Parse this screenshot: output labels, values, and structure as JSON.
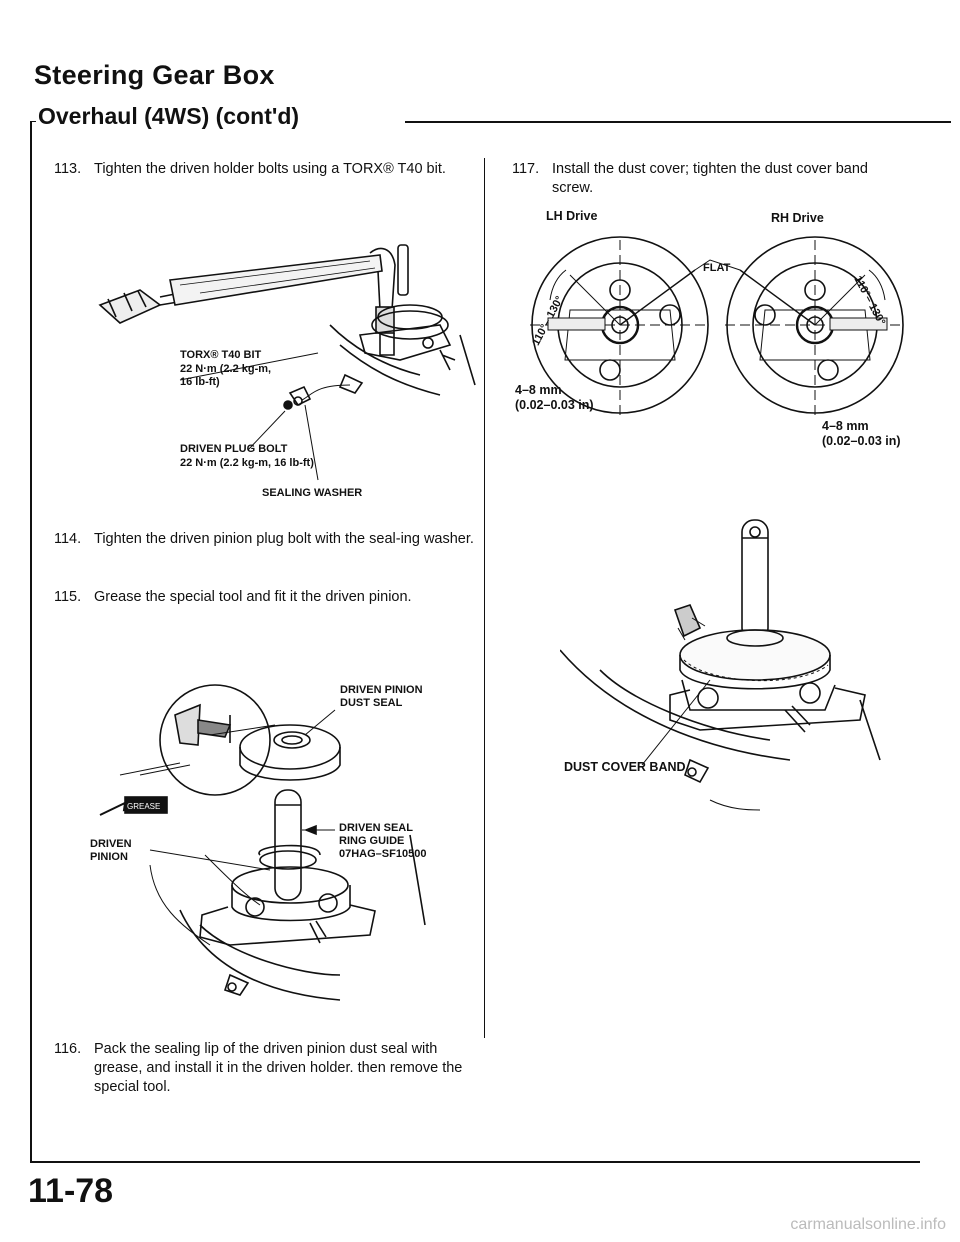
{
  "header": {
    "title": "Steering Gear Box",
    "subtitle": "Overhaul (4WS) (cont'd)"
  },
  "steps": [
    {
      "num": "113.",
      "text": "Tighten the driven holder bolts using a TORX® T40 bit."
    },
    {
      "num": "114.",
      "text": "Tighten the driven pinion plug bolt with the seal-ing washer."
    },
    {
      "num": "115.",
      "text": "Grease the special tool and fit it the driven pinion."
    },
    {
      "num": "116.",
      "text": "Pack the sealing lip of the driven pinion dust seal with grease, and install it in the driven holder. then remove the special tool."
    },
    {
      "num": "117.",
      "text": "Install the dust cover; tighten the dust cover band screw."
    }
  ],
  "fig1": {
    "torx_bit": "TORX® T40 BIT",
    "torx_torque_1": "22 N·m (2.2 kg-m,",
    "torx_torque_2": "16 lb-ft)",
    "plug_bolt": "DRIVEN PLUG BOLT",
    "plug_torque": "22 N·m (2.2 kg-m, 16 lb-ft)",
    "washer": "SEALING WASHER"
  },
  "fig2": {
    "dust_seal_1": "DRIVEN PINION",
    "dust_seal_2": "DUST SEAL",
    "grease": "GREASE",
    "pinion_1": "DRIVEN",
    "pinion_2": "PINION",
    "guide_1": "DRIVEN SEAL",
    "guide_2": "RING GUIDE",
    "guide_3": "07HAG–SF10500"
  },
  "fig3": {
    "lh_drive": "LH Drive",
    "rh_drive": "RH Drive",
    "flat": "FLAT",
    "angle_lh": "110°– 130°",
    "angle_rh": "110°– 130°",
    "gap_lh_1": "4–8 mm",
    "gap_lh_2": "(0.02–0.03 in)",
    "gap_rh_1": "4–8 mm",
    "gap_rh_2": "(0.02–0.03 in)",
    "dust_cover_band": "DUST COVER BAND"
  },
  "footer": {
    "page_number": "11-78",
    "watermark": "carmanualsonline.info"
  }
}
